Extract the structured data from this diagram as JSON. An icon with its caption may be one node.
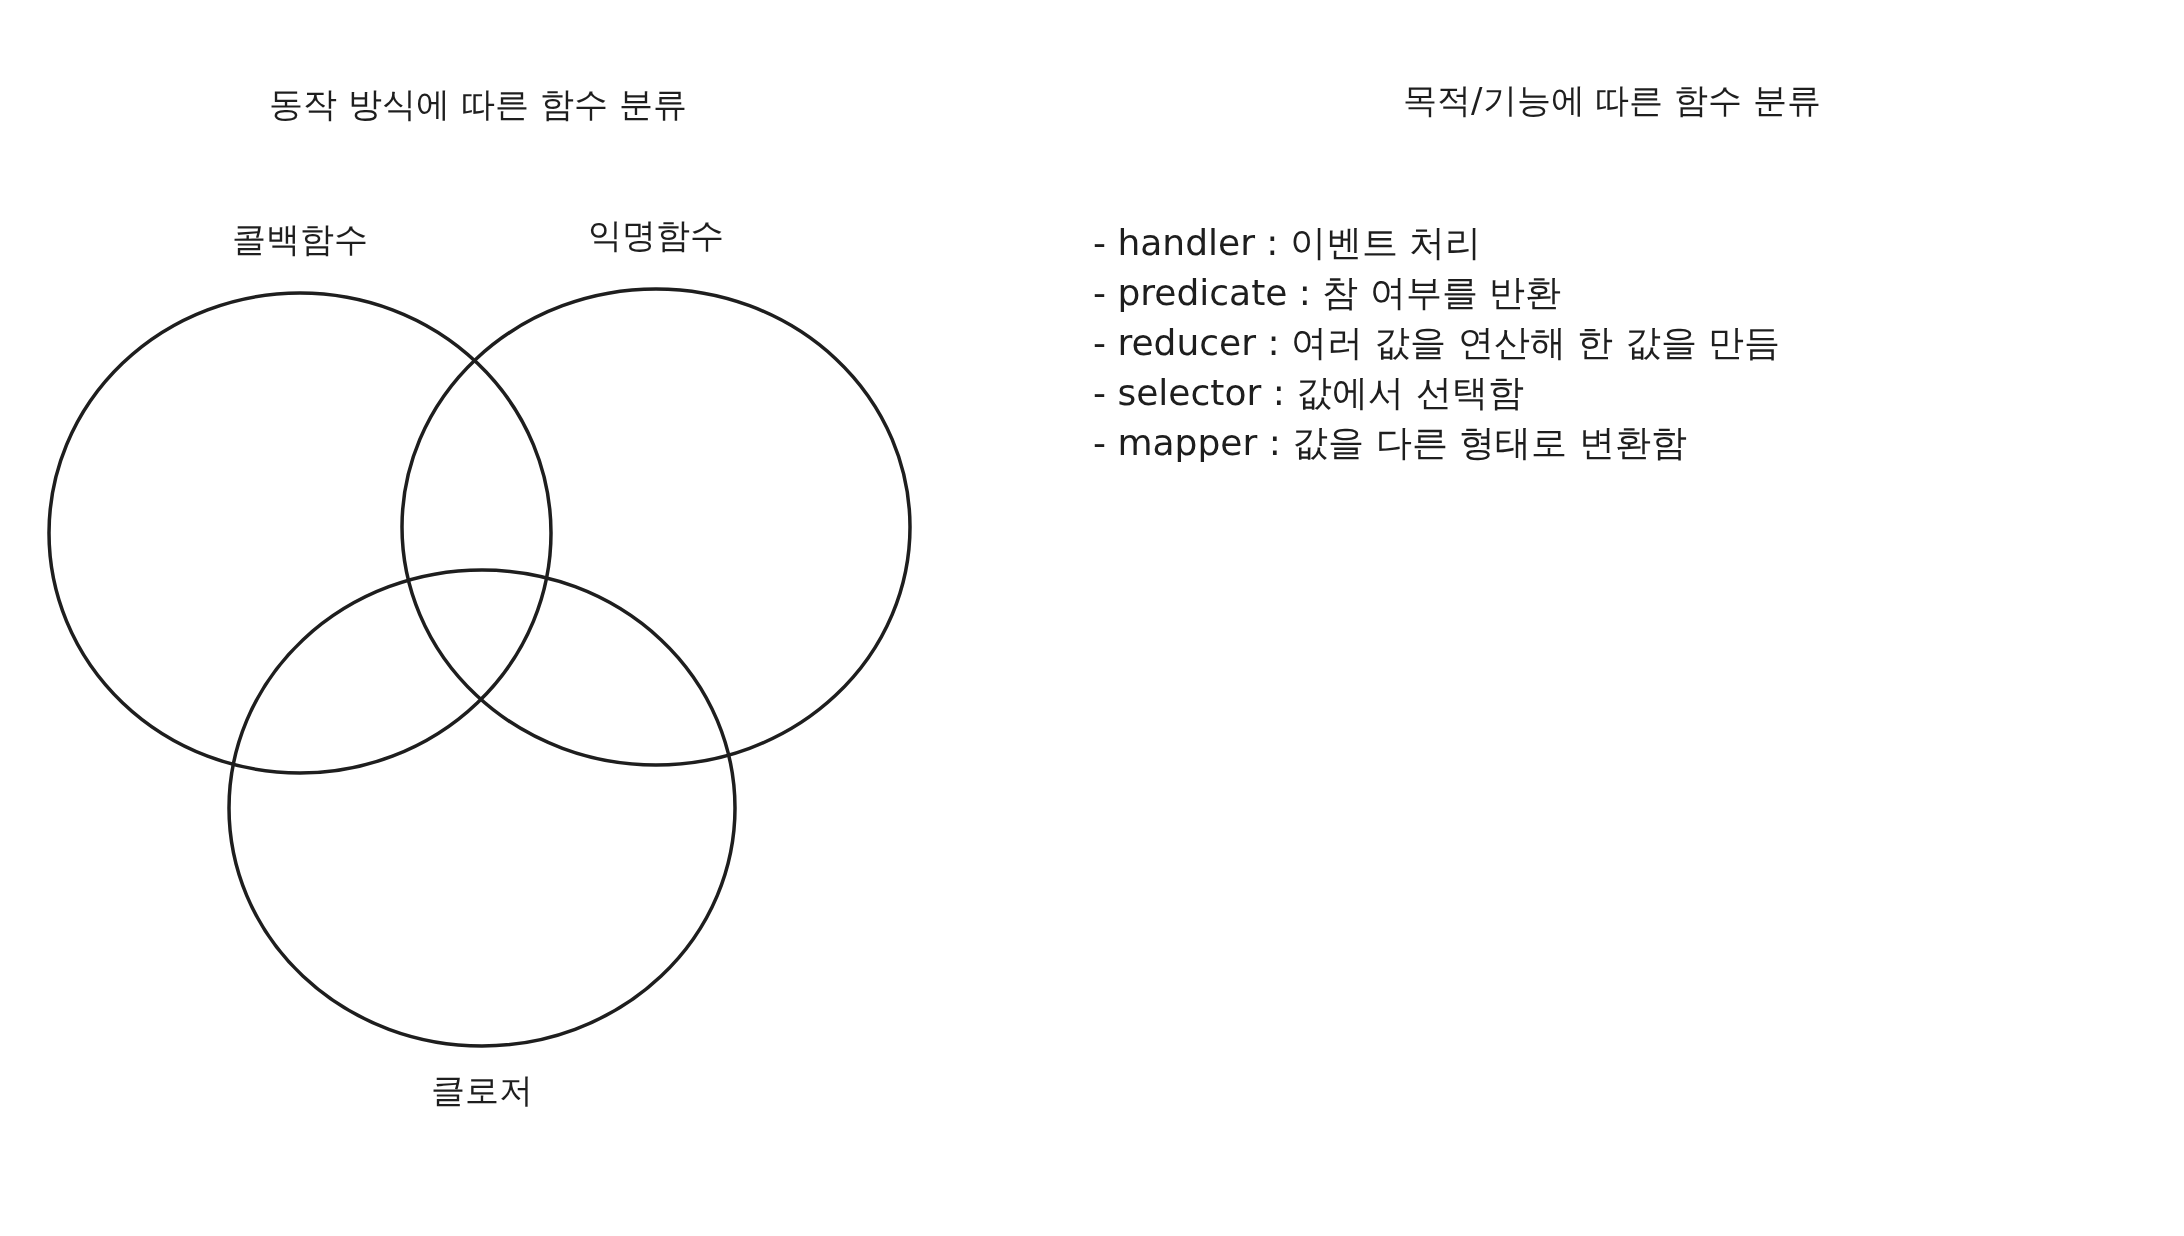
{
  "diagram": {
    "nodes": [
      {
        "text": [
          "콜백함수"
        ]
      },
      {
        "text": [
          "익명함수"
        ]
      },
      {
        "text": [
          "클로저"
        ]
      }
    ],
    "labels": [
      "동작 방식에 따른 함수 분류",
      "목적/기능에 따른 함수 분류",
      "- handler : 이벤트 처리",
      "- predicate : 참 여부를 반환",
      "- reducer : 여러 값을 연산해 한 값을 만듬",
      "- selector : 값에서 선택함",
      "- mapper : 값을 다른 형태로 변환함"
    ]
  }
}
